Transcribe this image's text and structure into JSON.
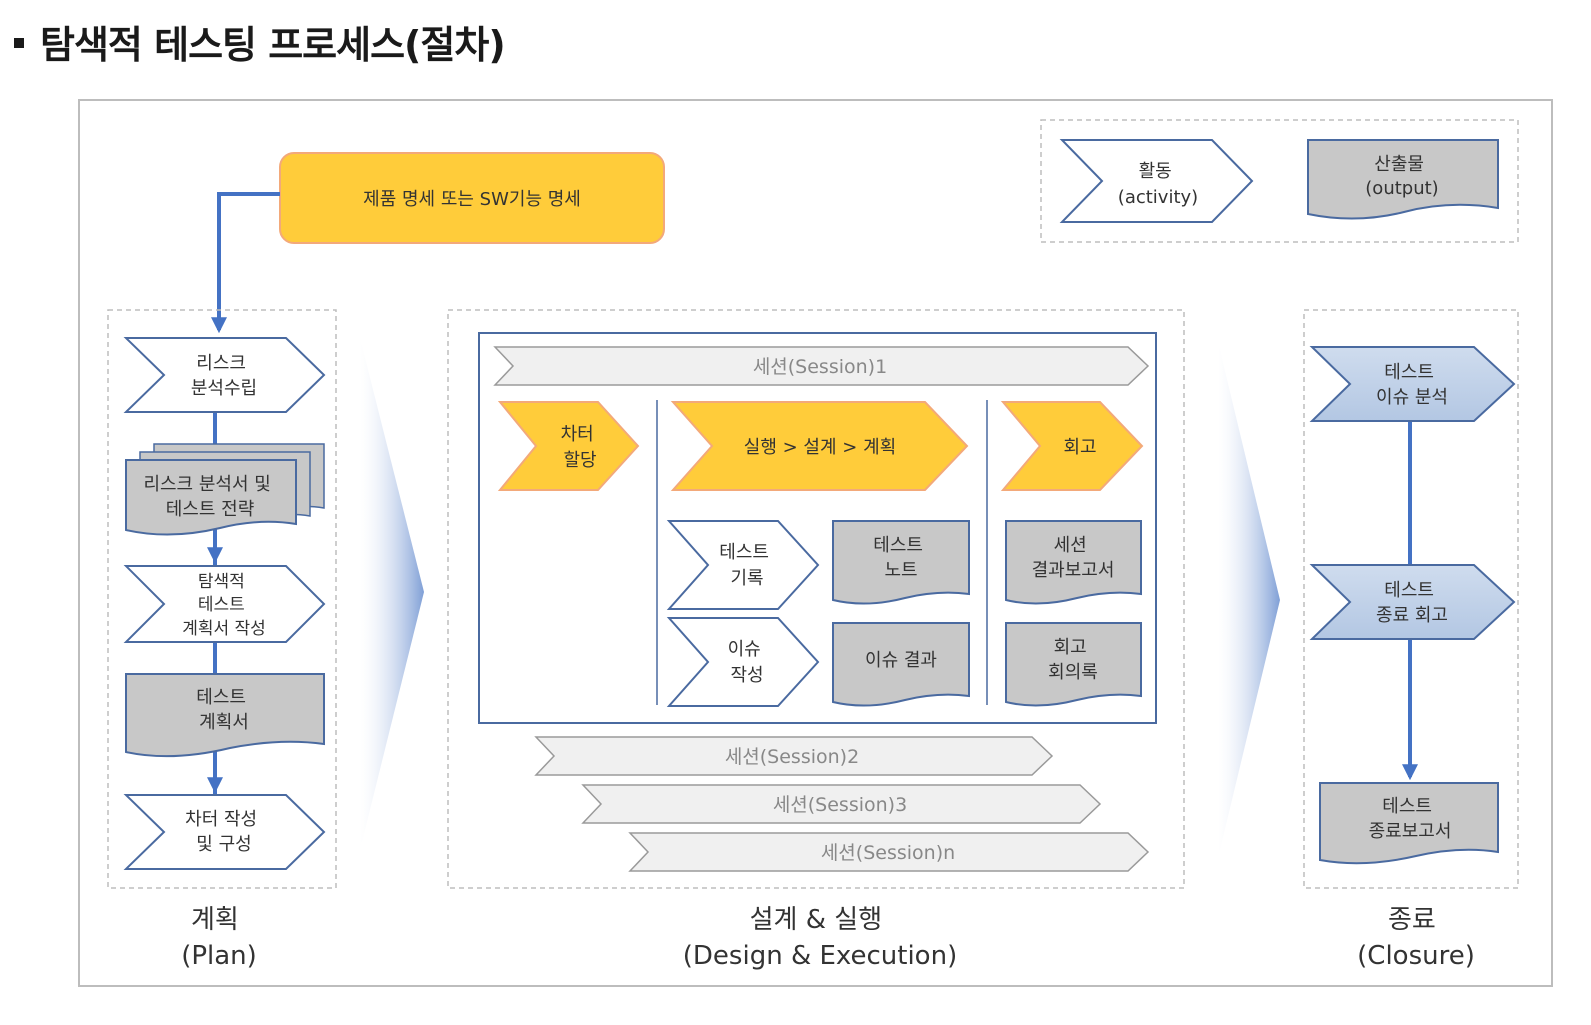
{
  "title": "탐색적 테스팅 프로세스(절차)",
  "legend": {
    "activity": [
      "활동",
      "(activity)"
    ],
    "output": [
      "산출물",
      "(output)"
    ]
  },
  "source_spec": "제품 명세 또는 SW기능 명세",
  "plan": {
    "steps": [
      {
        "type": "activity",
        "lines": [
          "리스크",
          "분석수립"
        ]
      },
      {
        "type": "output-stack",
        "lines": [
          "리스크 분석서 및",
          "테스트 전략"
        ]
      },
      {
        "type": "activity",
        "lines": [
          "탐색적",
          "테스트",
          "계획서 작성"
        ]
      },
      {
        "type": "output",
        "lines": [
          "테스트",
          "계획서"
        ]
      },
      {
        "type": "activity",
        "lines": [
          "차터 작성",
          "및 구성"
        ]
      }
    ],
    "label": [
      "계획",
      "(Plan)"
    ]
  },
  "design": {
    "session1": "세션(Session)1",
    "charter": [
      "차터",
      "할당"
    ],
    "execute": "실행 > 설계 > 계획",
    "review": "회고",
    "test_record": [
      "테스트",
      "기록"
    ],
    "test_note": [
      "테스트",
      "노트"
    ],
    "issue_write": [
      "이슈",
      "작성"
    ],
    "issue_result": "이슈 결과",
    "session_report": [
      "세션",
      "결과보고서"
    ],
    "review_minutes": [
      "회고",
      "회의록"
    ],
    "session2": "세션(Session)2",
    "session3": "세션(Session)3",
    "sessionn": "세션(Session)n",
    "label": [
      "설계 & 실행",
      "(Design & Execution)"
    ]
  },
  "closure": {
    "issue_analysis": [
      "테스트",
      "이슈 분석"
    ],
    "end_review": [
      "테스트",
      "종료 회고"
    ],
    "end_report": [
      "테스트",
      "종료보고서"
    ],
    "label": [
      "종료",
      "(Closure)"
    ]
  },
  "colors": {
    "accent_blue": "#4472c4",
    "yellow": "#ffcc3a",
    "yellow_border": "#f3a97a",
    "output_gray": "#c8c8c8",
    "closure_blue": "#c5d5ea",
    "session_gray": "#f0f0f0"
  }
}
